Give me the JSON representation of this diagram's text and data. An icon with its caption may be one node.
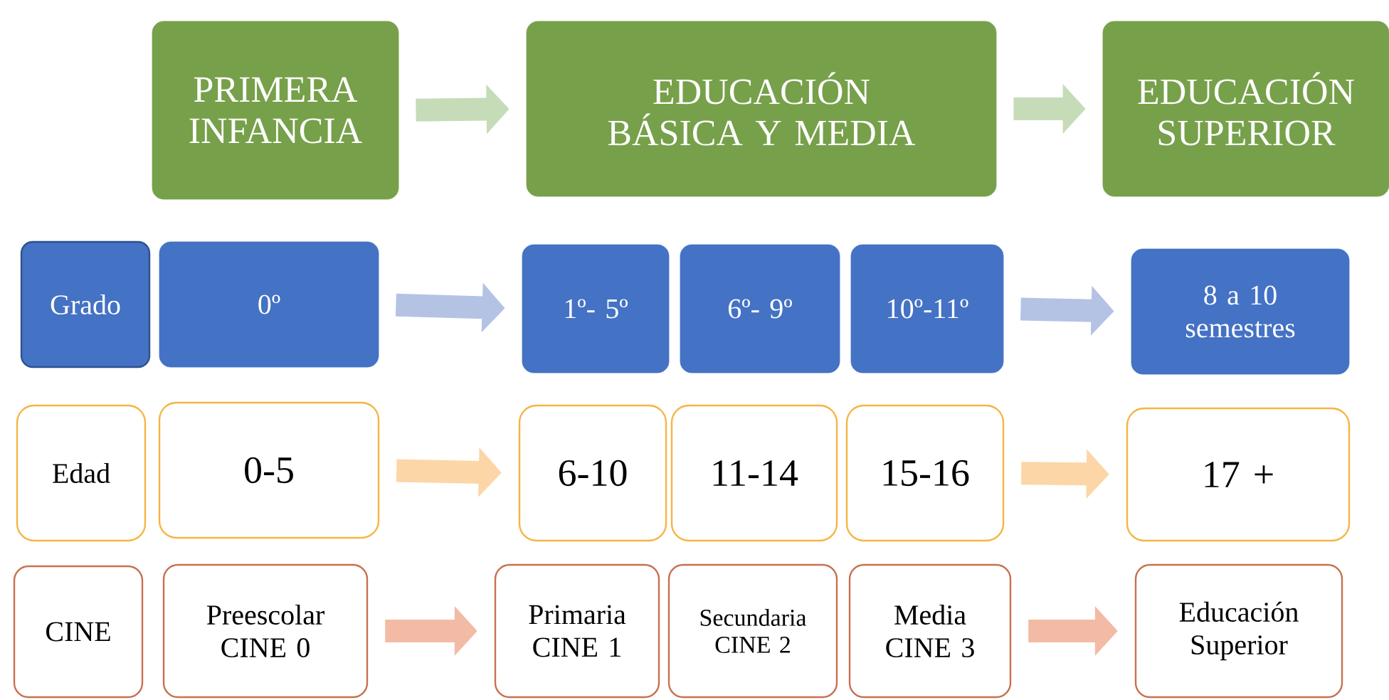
{
  "diagram": {
    "nodes": [
      {
        "text": [
          "PRIMERA INFANCIA"
        ]
      },
      {
        "text": [
          "EDUCACIÓN BÁSICA Y MEDIA"
        ]
      },
      {
        "text": [
          "EDUCACIÓN SUPERIOR"
        ]
      },
      {
        "text": [
          "Grado"
        ]
      },
      {
        "text": [
          "0º"
        ]
      },
      {
        "text": [
          "1º- 5º"
        ]
      },
      {
        "text": [
          "6º- 9º"
        ]
      },
      {
        "text": [
          "10º-11º"
        ]
      },
      {
        "text": [
          "8 a 10 semestres"
        ]
      },
      {
        "text": [
          "Edad"
        ]
      },
      {
        "text": [
          "0-5"
        ]
      },
      {
        "text": [
          "6-10"
        ]
      },
      {
        "text": [
          "11-14"
        ]
      },
      {
        "text": [
          "15-16"
        ]
      },
      {
        "text": [
          "17 +"
        ]
      },
      {
        "text": [
          "CINE"
        ]
      },
      {
        "text": [
          "Preescolar CINE 0"
        ]
      },
      {
        "text": [
          "Primaria CINE 1"
        ]
      },
      {
        "text": [
          "Secundaria CINE 2"
        ]
      },
      {
        "text": [
          "Media CINE 3"
        ]
      },
      {
        "text": [
          "Educación Superior"
        ]
      }
    ],
    "edges": [
      {
        "from": 0,
        "to": 1,
        "arrow": "to",
        "color": "#c6dcb8"
      },
      {
        "from": 1,
        "to": 2,
        "arrow": "to",
        "color": "#c6dcb8"
      },
      {
        "from": 4,
        "to": 5,
        "arrow": "to",
        "color": "#b4c3e4"
      },
      {
        "from": 7,
        "to": 8,
        "arrow": "to",
        "color": "#b4c3e4"
      },
      {
        "from": 10,
        "to": 11,
        "arrow": "to",
        "color": "#fcd6a6"
      },
      {
        "from": 13,
        "to": 14,
        "arrow": "to",
        "color": "#fcd6a6"
      },
      {
        "from": 16,
        "to": 17,
        "arrow": "to",
        "color": "#f3bba5"
      },
      {
        "from": 19,
        "to": 20,
        "arrow": "to",
        "color": "#f3bba5"
      }
    ]
  }
}
